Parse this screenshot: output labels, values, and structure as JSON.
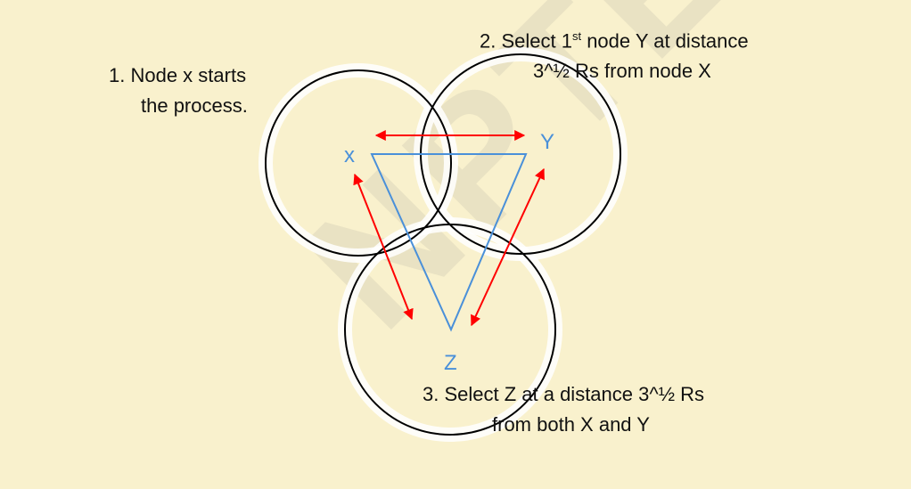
{
  "annotations": {
    "step1_line1": "1. Node x starts",
    "step1_line2": "the process.",
    "step2_line1_pre": "2. Select 1",
    "step2_line1_sup": "st",
    "step2_line1_post": " node Y at distance",
    "step2_line2": "3^½ Rs from node X",
    "step3_line1": "3. Select Z at a distance 3^½ Rs",
    "step3_line2": "from both X and Y"
  },
  "nodes": {
    "x": "x",
    "y": "Y",
    "z": "Z"
  },
  "watermark": "NPTEL",
  "colors": {
    "background": "#f9f1cd",
    "circle": "#000000",
    "triangle": "#4a90d9",
    "arrow": "#ff0000",
    "label": "#4a90d9"
  }
}
